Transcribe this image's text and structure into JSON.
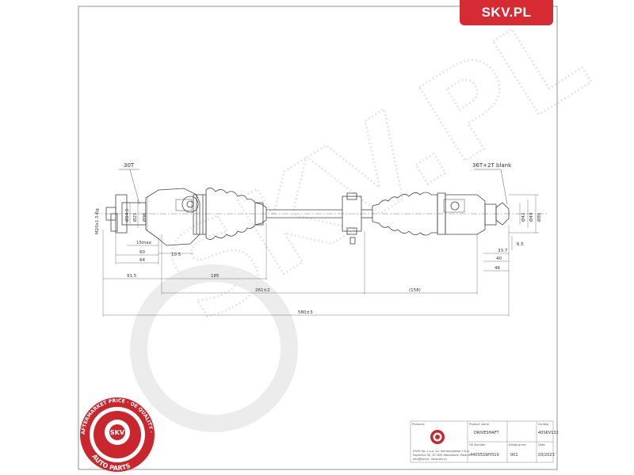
{
  "brand": {
    "text": "SKV.PL",
    "color": "#d62b32"
  },
  "seal": {
    "ring_text": "AFTERMARKET PRICE · OE QUALITY ·",
    "center": "SKV",
    "bottom": "AUTO PARTS"
  },
  "drawing": {
    "left_spline": "30T",
    "right_spline": "36T+2T blank",
    "left_thread": "M20x1.5-6g",
    "dims": {
      "d_left_1": "Ø24.5",
      "d_left_2": "Ø25",
      "d_left_3": "Ø96",
      "d_right_1": "Ø42",
      "d_right_2": "Ø49",
      "d_right_3": "Ø85",
      "clamp_left": "15max",
      "clamp_gap": "10.5",
      "left_a": "60",
      "left_b": "64",
      "left_c": "91.5",
      "mid_left": "185",
      "shaft": "261±2",
      "right_len": "(158)",
      "total": "580±3",
      "right_a": "33.7",
      "right_b": "40",
      "right_c": "46",
      "right_d": "6.5"
    }
  },
  "title_block": {
    "header_producer": "Producer",
    "header_product": "Product name",
    "header_symbol": "Symbol",
    "header_oe": "OE Number",
    "header_version": "Drawing ver.",
    "header_date": "Date",
    "producer_lines": [
      "ESEN Sp. z o.o. Sp. komandytowa S.K.A.",
      "Papiernia 45, 87-800 Włocławek, Poland",
      "info@skv.pl, www.skv.pl"
    ],
    "product": "DRIVESHAFT",
    "symbol": "40SKV132",
    "oe_number": "44035SWY010",
    "version": "001",
    "date": "03/2023"
  },
  "colors": {
    "line": "#4a4a4a",
    "watermark": "#e9e9e9",
    "accent": "#d62b32"
  }
}
